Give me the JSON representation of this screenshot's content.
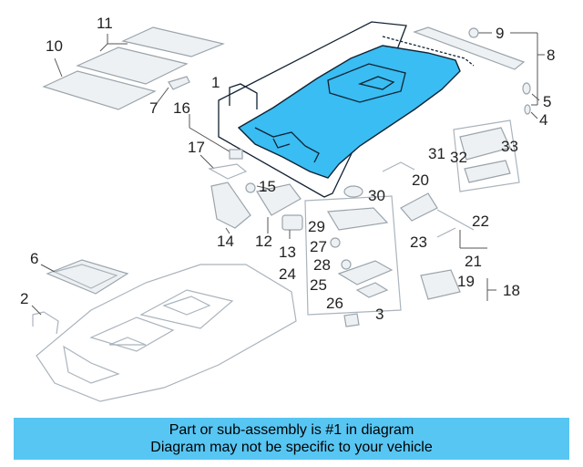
{
  "callouts": {
    "c1": "1",
    "c2": "2",
    "c3": "3",
    "c4": "4",
    "c5": "5",
    "c6": "6",
    "c7": "7",
    "c8": "8",
    "c9": "9",
    "c10": "10",
    "c11": "11",
    "c12": "12",
    "c13": "13",
    "c14": "14",
    "c15": "15",
    "c16": "16",
    "c17": "17",
    "c18": "18",
    "c19": "19",
    "c20": "20",
    "c21": "21",
    "c22": "22",
    "c23": "23",
    "c24": "24",
    "c25": "25",
    "c26": "26",
    "c27": "27",
    "c28": "28",
    "c29": "29",
    "c30": "30",
    "c31": "31",
    "c32": "32",
    "c33": "33"
  },
  "banner": {
    "line1": "Part or sub-assembly is #1 in diagram",
    "line2": "Diagram may not be specific to your vehicle"
  },
  "highlight_color": "#39bdf2",
  "banner_color": "#58c6f3"
}
